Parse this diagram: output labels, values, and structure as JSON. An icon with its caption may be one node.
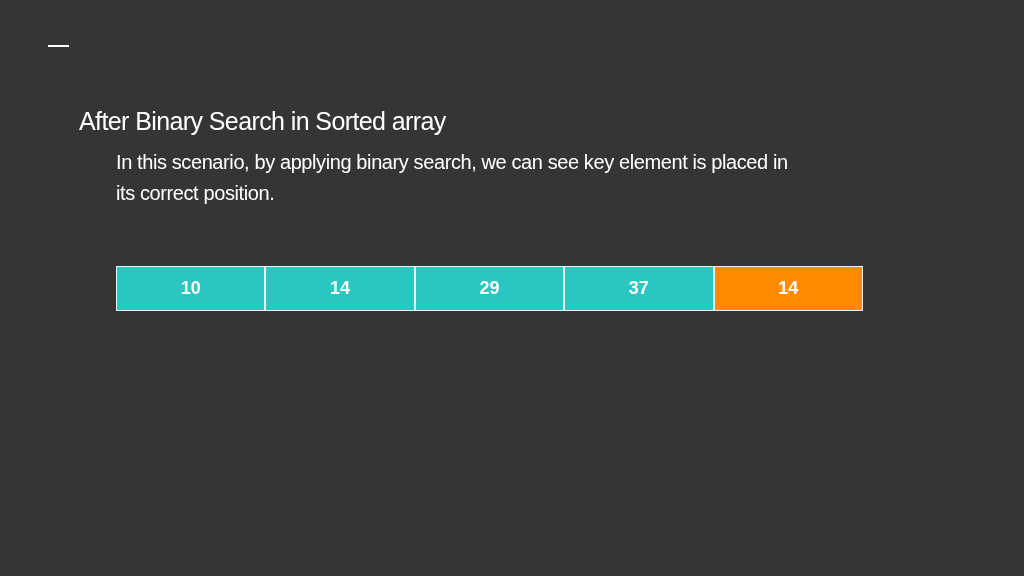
{
  "diagram": {
    "title": "After Binary Search in Sorted array",
    "nodes": [
      {
        "text": [
          "10"
        ]
      },
      {
        "text": [
          "14"
        ]
      },
      {
        "text": [
          "29"
        ]
      },
      {
        "text": [
          "37"
        ]
      },
      {
        "text": [
          "14"
        ]
      }
    ],
    "edges": [],
    "labels": [
      "In this scenario, by applying binary search, we can see key element is placed in its correct position."
    ]
  }
}
